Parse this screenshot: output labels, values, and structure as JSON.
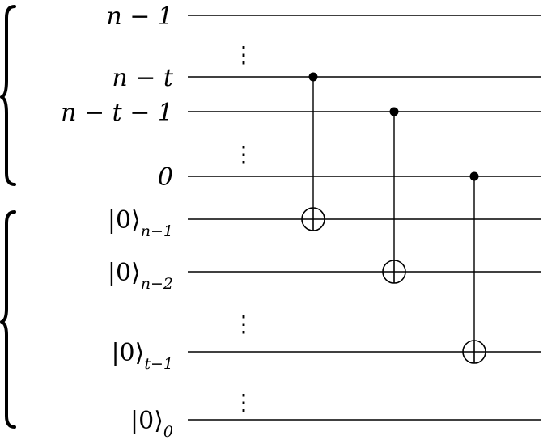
{
  "registers": [
    {
      "id": "q_n1",
      "main": "n − 1",
      "sub": ""
    },
    {
      "id": "q_nt",
      "main": "n − t",
      "sub": ""
    },
    {
      "id": "q_nt1",
      "main": "n − t − 1",
      "sub": ""
    },
    {
      "id": "q_0",
      "main": "0",
      "sub": ""
    },
    {
      "id": "a_n1",
      "main": "|0⟩",
      "sub": "n−1"
    },
    {
      "id": "a_n2",
      "main": "|0⟩",
      "sub": "n−2"
    },
    {
      "id": "a_t1",
      "main": "|0⟩",
      "sub": "t−1"
    },
    {
      "id": "a_0",
      "main": "|0⟩",
      "sub": "0"
    }
  ],
  "vertical_ellipsis": "⋮",
  "gates": [
    {
      "type": "cnot",
      "control": "q_nt",
      "target": "a_n1"
    },
    {
      "type": "cnot",
      "control": "q_nt1",
      "target": "a_n2"
    },
    {
      "type": "cnot",
      "control": "q_0",
      "target": "a_t1"
    }
  ]
}
